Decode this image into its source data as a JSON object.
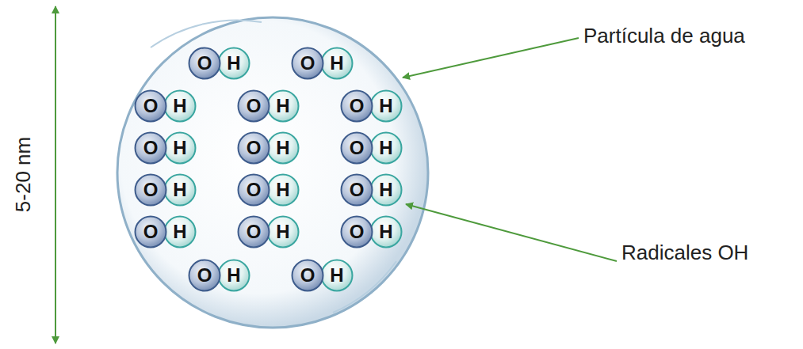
{
  "diagram": {
    "nodes": [
      {
        "text": [
          "O"
        ]
      },
      {
        "text": [
          "H"
        ]
      },
      {
        "text": [
          "O"
        ]
      },
      {
        "text": [
          "H"
        ]
      },
      {
        "text": [
          "O"
        ]
      },
      {
        "text": [
          "H"
        ]
      },
      {
        "text": [
          "O"
        ]
      },
      {
        "text": [
          "H"
        ]
      },
      {
        "text": [
          "O"
        ]
      },
      {
        "text": [
          "H"
        ]
      },
      {
        "text": [
          "O"
        ]
      },
      {
        "text": [
          "H"
        ]
      },
      {
        "text": [
          "O"
        ]
      },
      {
        "text": [
          "H"
        ]
      },
      {
        "text": [
          "O"
        ]
      },
      {
        "text": [
          "H"
        ]
      },
      {
        "text": [
          "O"
        ]
      },
      {
        "text": [
          "H"
        ]
      },
      {
        "text": [
          "O"
        ]
      },
      {
        "text": [
          "H"
        ]
      },
      {
        "text": [
          "O"
        ]
      },
      {
        "text": [
          "H"
        ]
      },
      {
        "text": [
          "O"
        ]
      },
      {
        "text": [
          "H"
        ]
      },
      {
        "text": [
          "O"
        ]
      },
      {
        "text": [
          "H"
        ]
      },
      {
        "text": [
          "O"
        ]
      },
      {
        "text": [
          "H"
        ]
      },
      {
        "text": [
          "O"
        ]
      },
      {
        "text": [
          "H"
        ]
      },
      {
        "text": [
          "O"
        ]
      },
      {
        "text": [
          "H"
        ]
      }
    ],
    "labels": [
      "5-20 nm",
      "Partícula de agua",
      "Radicales OH"
    ]
  }
}
